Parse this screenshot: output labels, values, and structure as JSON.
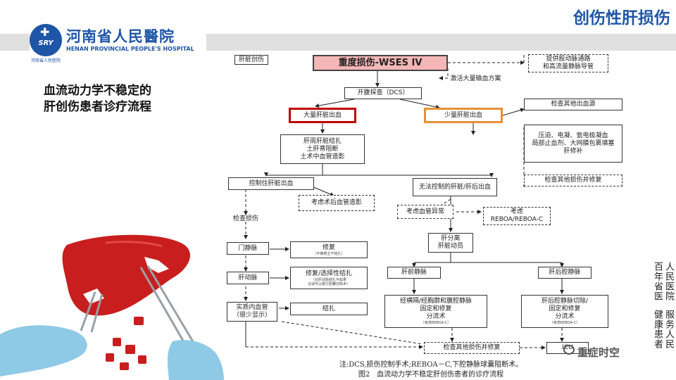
{
  "header": {
    "title": "创伤性肝损伤",
    "logo_cn": "河南省人民醫院",
    "logo_en": "HENAN PROVINCIAL PEOPLE'S HOSPITAL",
    "logo_small": "河南省人民医院",
    "logo_badge": "SRY"
  },
  "side_title": {
    "line1": "血流动力学不稳定的",
    "line2": "肝创伤患者诊疗流程"
  },
  "flowchart": {
    "corner": "肝脏创伤",
    "top": "重度损伤-WSES IV",
    "hepatic_bypass": "提供股动脉通路\n和高流量静脉导管",
    "massive_transfusion": "激活大量输血方案",
    "laparotomy": "开腹探查（DCS）",
    "major_bleed": "大量肝脏出血",
    "minor_bleed": "少量肝脏出血",
    "check_other_source": "检查其他出血源",
    "packing": "肝周肝脏结扎\n土肝蒂阻断\n土术中血管造影",
    "hemostasis_methods": "压迫、电凝、氩电极凝血\n局部止血剂、大网膜包裹填塞\n肝修补",
    "check_repair_right": "检查其他损伤并修复",
    "controlled": "控制住肝脏出血",
    "uncontrolled": "无法控制的肝脏/肝后出血",
    "postop_angio": "考虑术后血管造影",
    "check_injury": "检查损伤",
    "vascular_anomaly": "考虑血管异常",
    "consider_reboa": "考虑\nREBOA/REBOA-C",
    "liver_isolation": "肝分离\n肝脏动员",
    "portal_vein": "门静脉",
    "repair": "修复",
    "repair_note": "（不推荐主干结扎）",
    "hepatic_artery": "肝动脉",
    "selective_ligation": "修复/选择性结扎",
    "ligation_note": "（在肝动脉结扎中如果\n合适可以施行胆囊切除术）",
    "prehepatic_vein": "肝前静脉",
    "retrohepatic_vc": "肝后腔静脉",
    "parenchymal": "实质内血管\n（很少显示）",
    "ligate": "结扎",
    "left_repair": "经横隔/经胸廓和腹腔静脉\n固定和修复\n分流术",
    "left_repair_note": "（考虑REBOA-C）",
    "right_repair": "肝后腔静脉切除/\n固定和修复\n分流术",
    "right_repair_note": "（考虑REBOA-C）",
    "check_repair_bottom": "检查其他损伤并修复",
    "icu": "ICU",
    "note": "注:DCS,损伤控制手术;REBOA－C,下腔静脉球囊阻断术。",
    "caption": "图2　血流动力学不稳定肝创伤患者的诊疗流程"
  },
  "side_vertical": {
    "col1": "人民医院",
    "col2": "百年省医",
    "col3": "服务人民",
    "col4": "健康患者"
  },
  "watermark": "重症时空",
  "colors": {
    "brand": "#1f55a6",
    "red_border": "#c00000",
    "orange_border": "#e69138",
    "pink_fill": "#f4b6b6"
  }
}
